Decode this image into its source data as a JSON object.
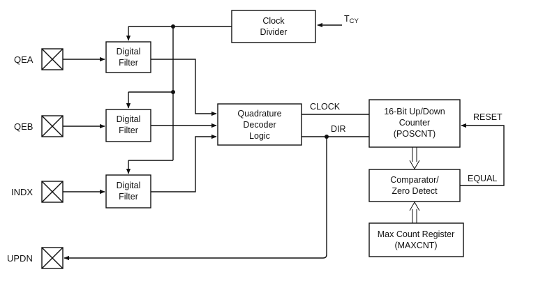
{
  "diagram": {
    "pins": {
      "qea": "QEA",
      "qeb": "QEB",
      "indx": "INDX",
      "updn": "UPDN"
    },
    "blocks": {
      "clock_divider": [
        "Clock",
        "Divider"
      ],
      "filter_qea": [
        "Digital",
        "Filter"
      ],
      "filter_qeb": [
        "Digital",
        "Filter"
      ],
      "filter_indx": [
        "Digital",
        "Filter"
      ],
      "decoder": [
        "Quadrature",
        "Decoder",
        "Logic"
      ],
      "counter": [
        "16-Bit Up/Down",
        "Counter",
        "(POSCNT)"
      ],
      "comparator": [
        "Comparator/",
        "Zero Detect"
      ],
      "max_count": [
        "Max Count Register",
        "(MAXCNT)"
      ]
    },
    "signals": {
      "tcy_main": "T",
      "tcy_sub": "CY",
      "clock": "CLOCK",
      "dir": "DIR",
      "reset": "RESET",
      "equal": "EQUAL"
    }
  }
}
